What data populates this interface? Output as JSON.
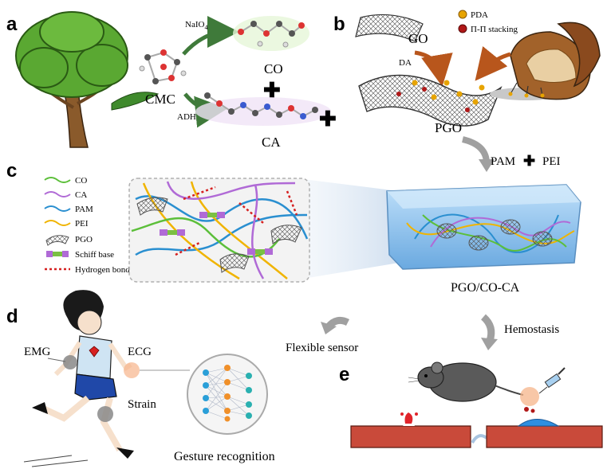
{
  "panels": {
    "a": "a",
    "b": "b",
    "c": "c",
    "d": "d",
    "e": "e"
  },
  "section_a": {
    "reagent_top": "NaIO",
    "reagent_top_sub": "4",
    "reagent_bottom": "ADH",
    "cmc": "CMC",
    "co": "CO",
    "ca": "CA"
  },
  "section_b": {
    "go": "GO",
    "da": "DA",
    "pgo": "PGO",
    "legend": [
      "PDA",
      "Π-Π stacking"
    ]
  },
  "transition": {
    "pam": "PAM",
    "pei": "PEI"
  },
  "legend_c": {
    "items": [
      {
        "label": "CO",
        "color": "#5cbf3a"
      },
      {
        "label": "CA",
        "color": "#b06ad6"
      },
      {
        "label": "PAM",
        "color": "#2a8fd0"
      },
      {
        "label": "PEI",
        "color": "#f0b400"
      },
      {
        "label": "PGO",
        "color": "#8a8a8a"
      },
      {
        "label": "Schiff base",
        "color": "#7bc043"
      },
      {
        "label": "Hydrogen bond",
        "color": "#d62020"
      }
    ]
  },
  "hydrogel_label": "PGO/CO-CA",
  "section_d": {
    "emg": "EMG",
    "ecg": "ECG",
    "strain": "Strain",
    "flexible_sensor": "Flexible sensor",
    "gesture": "Gesture recognition"
  },
  "section_e": {
    "hemostasis": "Hemostasis"
  },
  "colors": {
    "arrow_green": "#3f7a3a",
    "arrow_brown": "#b8561c",
    "arrow_grey": "#a0a0a0",
    "gel_blue": "#8fc3ef",
    "vessel_red": "#c94a3a",
    "gel_dot_blue": "#2e8fe0"
  }
}
